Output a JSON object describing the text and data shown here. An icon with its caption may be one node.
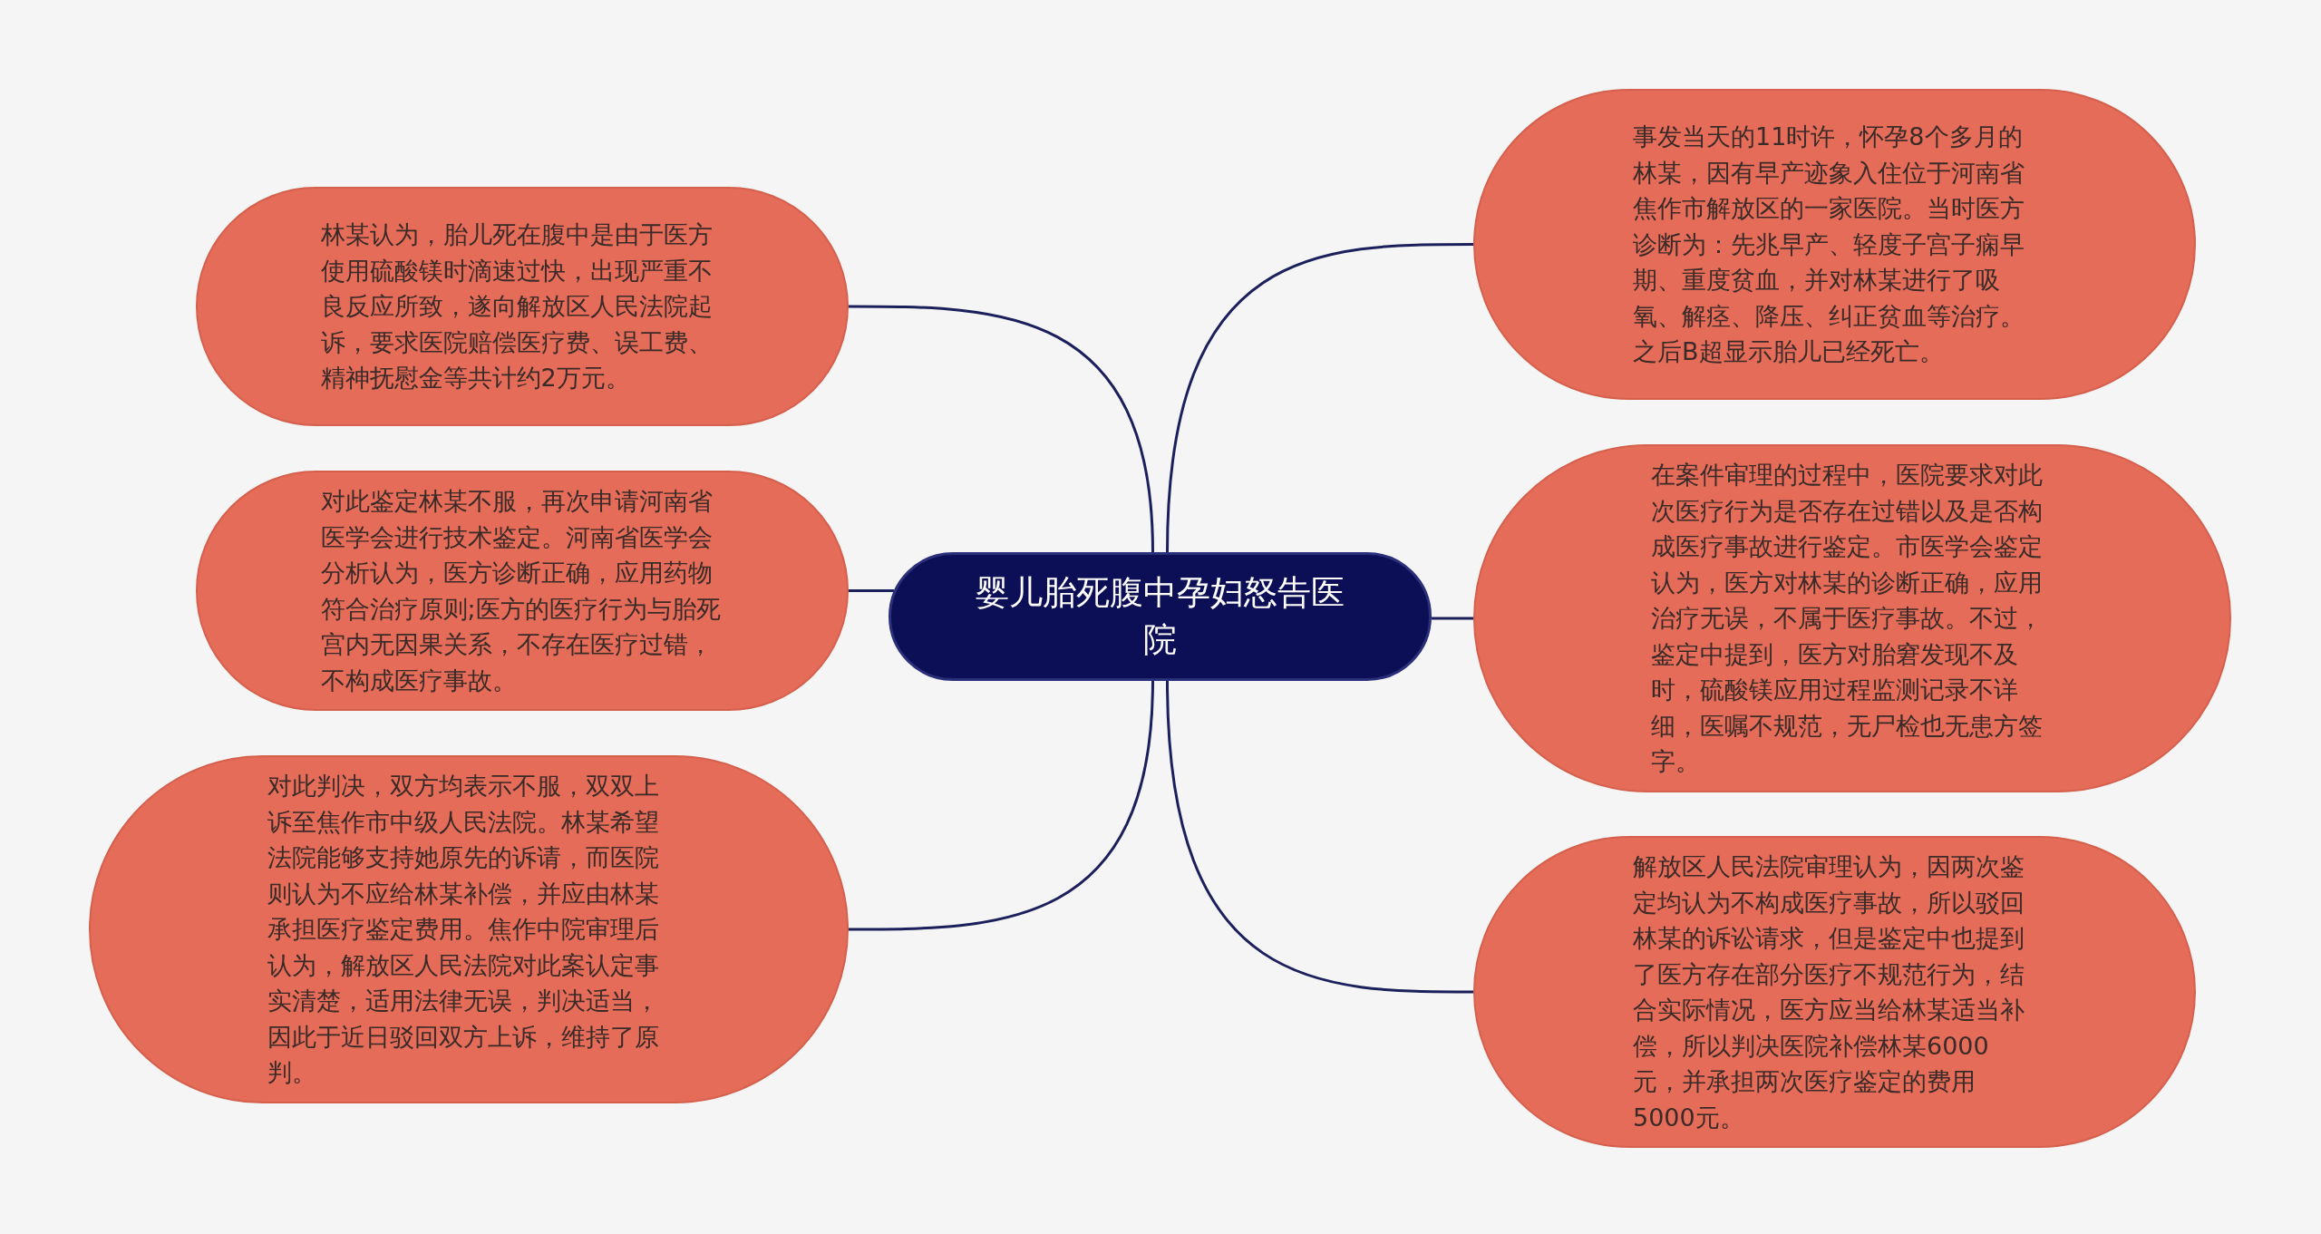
{
  "diagram": {
    "nodes": [
      {
        "text": [
          "婴儿胎死腹中孕妇怒告医院"
        ]
      },
      {
        "text": [
          "林某认为，胎儿死在腹中是由于医方使用硫酸镁时滴速过快，出现严重不良反应所致，遂向解放区人民法院起诉，要求医院赔偿医疗费、误工费、精神抚慰金等共计约2万元。"
        ]
      },
      {
        "text": [
          "对此鉴定林某不服，再次申请河南省医学会进行技术鉴定。河南省医学会分析认为，医方诊断正确，应用药物符合治疗原则;医方的医疗行为与胎死宫内无因果关系，不存在医疗过错，不构成医疗事故。"
        ]
      },
      {
        "text": [
          "对此判决，双方均表示不服，双双上诉至焦作市中级人民法院。林某希望法院能够支持她原先的诉请，而医院则认为不应给林某补偿，并应由林某承担医疗鉴定费用。焦作中院审理后认为，解放区人民法院对此案认定事实清楚，适用法律无误，判决适当，因此于近日驳回双方上诉，维持了原判。"
        ]
      },
      {
        "text": [
          "事发当天的11时许，怀孕8个多月的林某，因有早产迹象入住位于河南省焦作市解放区的一家医院。当时医方诊断为：先兆早产、轻度子宫子痫早期、重度贫血，并对林某进行了吸氧、解痉、降压、纠正贫血等治疗。之后B超显示胎儿已经死亡。"
        ]
      },
      {
        "text": [
          "在案件审理的过程中，医院要求对此次医疗行为是否存在过错以及是否构成医疗事故进行鉴定。市医学会鉴定认为，医方对林某的诊断正确，应用治疗无误，不属于医疗事故。不过，鉴定中提到，医方对胎窘发现不及时，硫酸镁应用过程监测记录不详细，医嘱不规范，无尸检也无患方签字。"
        ]
      },
      {
        "text": [
          "解放区人民法院审理认为，因两次鉴定均认为不构成医疗事故，所以驳回林某的诉讼请求，但是鉴定中也提到了医方存在部分医疗不规范行为，结合实际情况，医方应当给林某适当补偿，所以判决医院补偿林某6000元，并承担两次医疗鉴定的费用5000元。"
        ]
      }
    ],
    "edges": [
      {
        "from": 0,
        "to": 1,
        "arrow": "none"
      },
      {
        "from": 0,
        "to": 2,
        "arrow": "none"
      },
      {
        "from": 0,
        "to": 3,
        "arrow": "none"
      },
      {
        "from": 0,
        "to": 4,
        "arrow": "none"
      },
      {
        "from": 0,
        "to": 5,
        "arrow": "none"
      },
      {
        "from": 0,
        "to": 6,
        "arrow": "none"
      }
    ]
  }
}
